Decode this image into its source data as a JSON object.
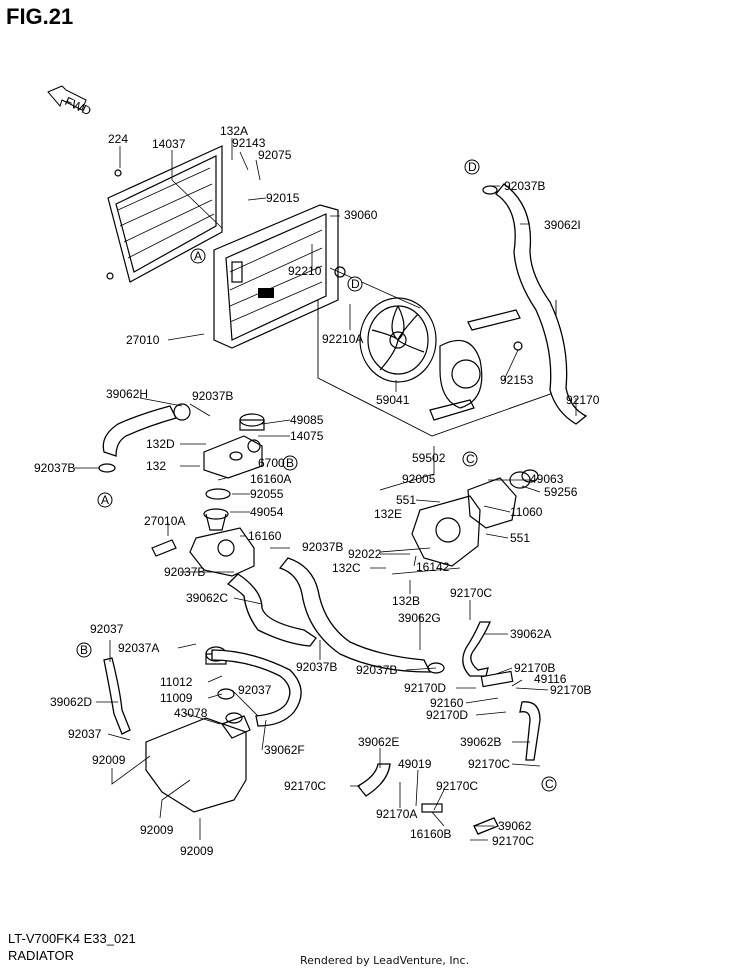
{
  "header": {
    "title": "FIG.21"
  },
  "footer": {
    "model": "LT-V700FK4 E33_021",
    "section": "RADIATOR",
    "credit": "Rendered by LeadVenture, Inc."
  },
  "fwd_label": "FWD",
  "callouts": [
    "A",
    "B",
    "C",
    "D"
  ],
  "part_labels": [
    "224",
    "14037",
    "132A",
    "92143",
    "92075",
    "92015",
    "39060",
    "92210",
    "27010",
    "92210A",
    "59041",
    "92153",
    "92037B",
    "39062I",
    "92170",
    "39062H",
    "92037B",
    "49085",
    "132D",
    "14075",
    "6700",
    "132",
    "16160A",
    "92037B",
    "92055",
    "49054",
    "27010A",
    "16160",
    "92037B",
    "92037B",
    "59502",
    "92005",
    "49063",
    "59256",
    "551",
    "132E",
    "11060",
    "551",
    "92022",
    "132C",
    "16142",
    "132B",
    "39062C",
    "92037B",
    "39062G",
    "92170C",
    "39062A",
    "92037",
    "92037A",
    "39062D",
    "11012",
    "11009",
    "92037",
    "43078",
    "92037",
    "39062F",
    "92009",
    "92009",
    "92009",
    "92037B",
    "92170B",
    "49116",
    "92170D",
    "92170B",
    "92160",
    "92170D",
    "39062B",
    "92170C",
    "39062E",
    "49019",
    "92170C",
    "92170C",
    "92170A",
    "16160B",
    "39062",
    "92170C"
  ]
}
